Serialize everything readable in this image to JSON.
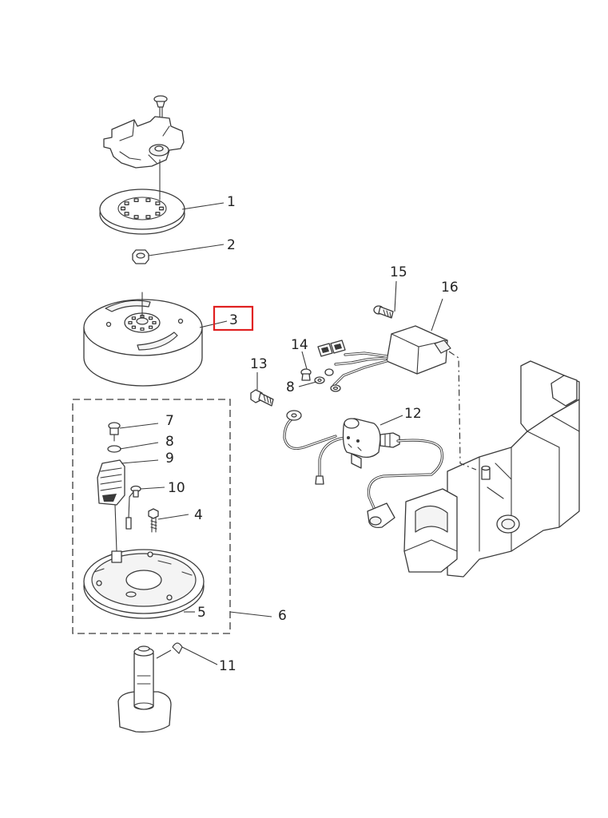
{
  "callouts": [
    {
      "id": "c1",
      "label": "1"
    },
    {
      "id": "c2",
      "label": "2"
    },
    {
      "id": "c3",
      "label": "3"
    },
    {
      "id": "c4",
      "label": "4"
    },
    {
      "id": "c5",
      "label": "5"
    },
    {
      "id": "c6",
      "label": "6"
    },
    {
      "id": "c7",
      "label": "7"
    },
    {
      "id": "c8a",
      "label": "8"
    },
    {
      "id": "c9",
      "label": "9"
    },
    {
      "id": "c10",
      "label": "10"
    },
    {
      "id": "c11",
      "label": "11"
    },
    {
      "id": "c12",
      "label": "12"
    },
    {
      "id": "c13",
      "label": "13"
    },
    {
      "id": "c14",
      "label": "14"
    },
    {
      "id": "c8b",
      "label": "8"
    },
    {
      "id": "c15",
      "label": "15"
    },
    {
      "id": "c16",
      "label": "16"
    }
  ],
  "highlight": {
    "callout": "3",
    "color": "#e02020"
  },
  "colors": {
    "line": "#3a3a3a",
    "background": "#ffffff"
  }
}
